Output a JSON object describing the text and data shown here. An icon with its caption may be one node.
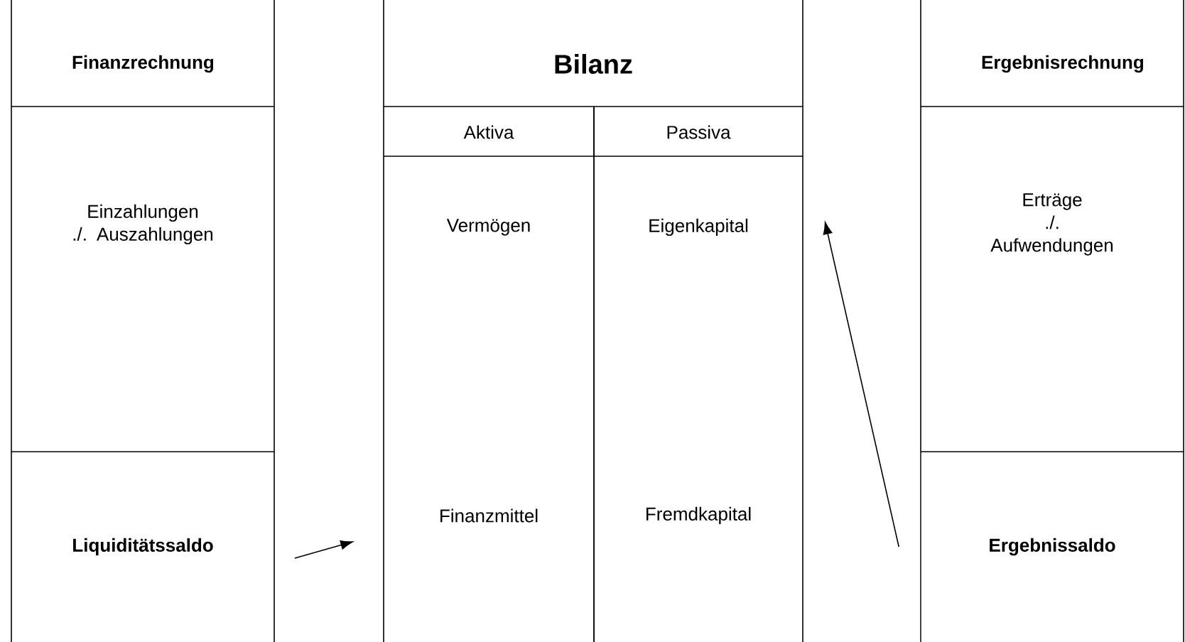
{
  "diagram": {
    "nodes": [
      {
        "text": [
          "Finanzrechnung"
        ]
      },
      {
        "text": [
          "Einzahlungen ./. Auszahlungen"
        ]
      },
      {
        "text": [
          "Liquiditätssaldo"
        ]
      },
      {
        "text": [
          "Bilanz"
        ]
      },
      {
        "text": [
          "Aktiva"
        ]
      },
      {
        "text": [
          "Passiva"
        ]
      },
      {
        "text": [
          "Vermögen",
          "Finanzmittel"
        ]
      },
      {
        "text": [
          "Eigenkapital",
          "Fremdkapital"
        ]
      },
      {
        "text": [
          "Ergebnisrechnung"
        ]
      },
      {
        "text": [
          "Erträge ./. Aufwendungen"
        ]
      },
      {
        "text": [
          "Ergebnissaldo"
        ]
      }
    ],
    "edges": [
      {
        "from": 2,
        "to": 6,
        "arrow": "to"
      },
      {
        "from": 10,
        "to": 7,
        "arrow": "to"
      }
    ]
  }
}
